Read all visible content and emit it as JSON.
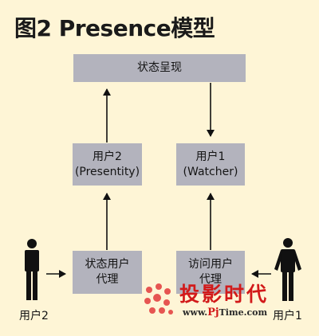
{
  "title": "图2 Presence模型",
  "nodes": {
    "state_presentation": "状态呈现",
    "user2_line1": "用户2",
    "user2_line2": "(Presentity)",
    "user1_line1": "用户1",
    "user1_line2": "(Watcher)",
    "state_agent_line1": "状态用户",
    "state_agent_line2": "代理",
    "access_agent_line1": "访问用户",
    "access_agent_line2": "代理"
  },
  "people": {
    "left_label": "用户2",
    "right_label": "用户1"
  },
  "watermark": {
    "brand": "投影时代",
    "url_prefix": "www.",
    "url_accent": "Pj",
    "url_rest": "Time.com"
  },
  "colors": {
    "background": "#fef5d6",
    "box": "#b3b3bd",
    "accent": "#d21a1a"
  }
}
